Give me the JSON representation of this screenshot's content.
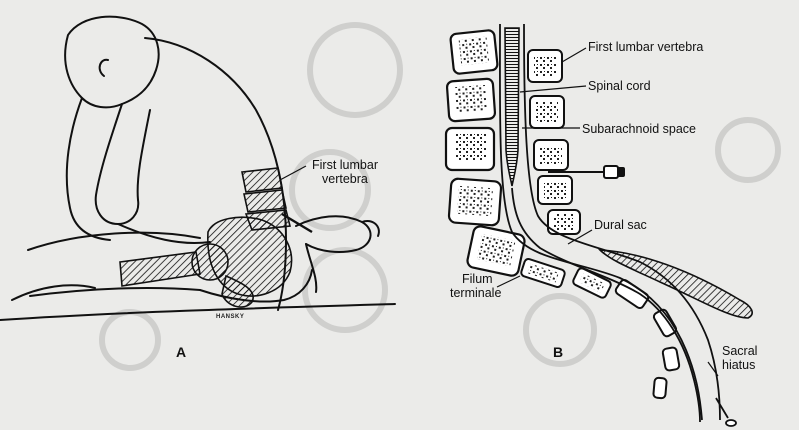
{
  "panel_a": {
    "letter": "A",
    "label_first_lumbar_line1": "First lumbar",
    "label_first_lumbar_line2": "vertebra",
    "signature": "HANSKY"
  },
  "panel_b": {
    "letter": "B",
    "labels": {
      "first_lumbar_vertebra": "First lumbar vertebra",
      "spinal_cord": "Spinal cord",
      "subarachnoid_space": "Subarachnoid space",
      "dural_sac": "Dural sac",
      "filum_line1": "Filum",
      "filum_line2": "terminale",
      "sacral_line1": "Sacral",
      "sacral_line2": "hiatus"
    }
  },
  "colors": {
    "ink": "#111111",
    "paper": "#ebebe9",
    "bone": "#ffffff",
    "ghost": "#c9c9c7"
  }
}
